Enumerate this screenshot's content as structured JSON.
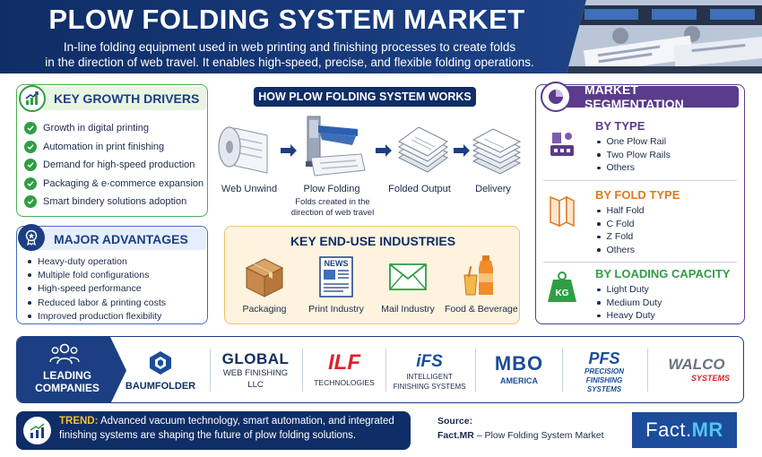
{
  "header": {
    "title": "PLOW FOLDING SYSTEM MARKET",
    "subtitle_line1": "In-line folding equipment used in web printing and finishing processes to create folds",
    "subtitle_line2": "in the direction of web travel. It enables high-speed, precise, and flexible folding operations."
  },
  "growth_drivers": {
    "title": "KEY GROWTH DRIVERS",
    "items": [
      "Growth in digital printing",
      "Automation in print finishing",
      "Demand for high-speed production",
      "Packaging & e-commerce expansion",
      "Smart bindery solutions adoption"
    ]
  },
  "advantages": {
    "title": "MAJOR ADVANTAGES",
    "items": [
      "Heavy-duty operation",
      "Multiple fold configurations",
      "High-speed performance",
      "Reduced labor & printing costs",
      "Improved production flexibility"
    ]
  },
  "how_it_works": {
    "title": "HOW PLOW FOLDING SYSTEM WORKS",
    "steps": [
      "Web Unwind",
      "Plow Folding",
      "Folded Output",
      "Delivery"
    ],
    "plow_note_line1": "Folds created in the",
    "plow_note_line2": "direction of web travel"
  },
  "industries": {
    "title": "KEY END-USE INDUSTRIES",
    "items": [
      "Packaging",
      "Print Industry",
      "Mail Industry",
      "Food & Beverage"
    ],
    "news_label": "NEWS"
  },
  "segmentation": {
    "title": "MARKET SEGMENTATION",
    "by_type": {
      "title": "BY TYPE",
      "items": [
        "One Plow Rail",
        "Two Plow Rails",
        "Others"
      ]
    },
    "by_fold": {
      "title": "BY FOLD TYPE",
      "items": [
        "Half Fold",
        "C Fold",
        "Z Fold",
        "Others"
      ]
    },
    "by_load": {
      "title": "BY LOADING CAPACITY",
      "items": [
        "Light Duty",
        "Medium Duty",
        "Heavy Duty"
      ],
      "icon_label": "KG"
    }
  },
  "companies": {
    "label_line1": "LEADING",
    "label_line2": "COMPANIES",
    "baumfolder": "BAUMFOLDER",
    "global_main": "GLOBAL",
    "global_line2": "WEB FINISHING",
    "global_line3": "LLC",
    "ilf_main": "ILF",
    "ilf_sub": "TECHNOLOGIES",
    "ifs_main": "iFS",
    "ifs_line2": "INTELLIGENT",
    "ifs_line3": "FINISHING SYSTEMS",
    "mbo_main": "MBO",
    "mbo_sub": "AMERICA",
    "pfs_main": "PFS",
    "pfs_line2": "PRECISION",
    "pfs_line3": "FINISHING",
    "pfs_line4": "SYSTEMS",
    "walco_main": "WALCO",
    "walco_sub": "SYSTEMS"
  },
  "trend": {
    "key": "TREND:",
    "text_line1": " Advanced vacuum technology, smart automation, and integrated",
    "text_line2": "finishing systems are shaping the future of plow folding solutions."
  },
  "source": {
    "label": "Source:",
    "text_bold": "Fact.MR",
    "text_rest": " – Plow Folding System Market"
  },
  "brand": {
    "part1": "Fact",
    "dot": ".",
    "part2": "MR"
  },
  "colors": {
    "navy": "#0f2d66",
    "green": "#2f9e44",
    "purple": "#5a3b8c",
    "orange": "#e07a1f",
    "amber": "#f0c272"
  }
}
